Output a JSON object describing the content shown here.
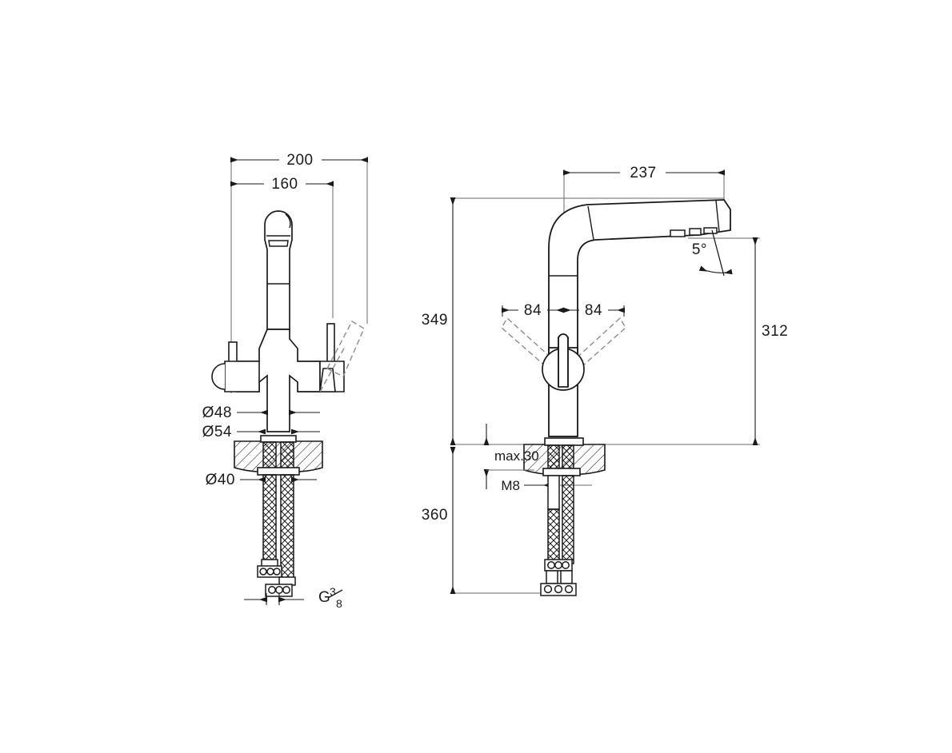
{
  "drawing": {
    "title": "Kitchen mixer tap dimensioned drawing",
    "background_color": "#ffffff",
    "line_color": "#1a1a1a",
    "dimension_line_color": "#555555",
    "hidden_line_color": "#8c8c8c",
    "views": [
      {
        "name": "front-elevation",
        "label": ""
      },
      {
        "name": "side-elevation",
        "label": ""
      }
    ]
  },
  "dimensions": {
    "front": {
      "width_overall": "200",
      "width_inner": "160",
      "dia_spout": "Ø48",
      "dia_collar": "Ø54",
      "dia_shank": "Ø40",
      "thread_prefix": "G",
      "thread_numerator": "3",
      "thread_denominator": "8"
    },
    "side": {
      "reach": "237",
      "lever_left": "84",
      "lever_right": "84",
      "height_spout": "349",
      "height_aerator": "312",
      "counter_thickness": "max.30",
      "stud_thread": "M8",
      "hose_length": "360",
      "aerator_angle": "5°"
    }
  }
}
